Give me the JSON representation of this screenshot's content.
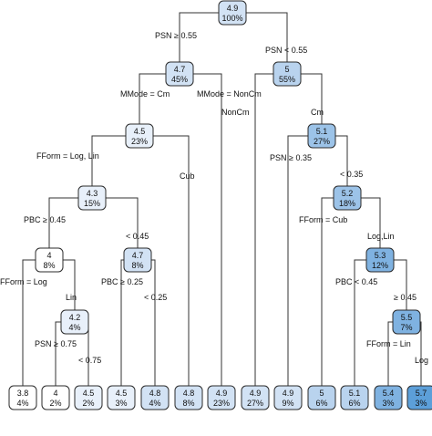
{
  "colors": {
    "scale": [
      "#ffffff",
      "#e8f0fa",
      "#d2e2f4",
      "#b9d3ee",
      "#9cc3e8",
      "#7fb2e1",
      "#5c9fd9"
    ],
    "stroke": "#2b2b2b",
    "edge": "#333333"
  },
  "nodes": [
    {
      "id": "n0",
      "value": "4.9",
      "pct": "100%",
      "shade": 2
    },
    {
      "id": "n1",
      "value": "4.7",
      "pct": "45%",
      "shade": 2
    },
    {
      "id": "n2",
      "value": "5",
      "pct": "55%",
      "shade": 3
    },
    {
      "id": "n3",
      "value": "4.5",
      "pct": "23%",
      "shade": 1
    },
    {
      "id": "n4",
      "value": "5.1",
      "pct": "27%",
      "shade": 4
    },
    {
      "id": "n5",
      "value": "4.3",
      "pct": "15%",
      "shade": 1
    },
    {
      "id": "n6",
      "value": "5.2",
      "pct": "18%",
      "shade": 4
    },
    {
      "id": "n7",
      "value": "4",
      "pct": "8%",
      "shade": 0
    },
    {
      "id": "n8",
      "value": "4.7",
      "pct": "8%",
      "shade": 2
    },
    {
      "id": "n9",
      "value": "5.3",
      "pct": "12%",
      "shade": 5
    },
    {
      "id": "n10",
      "value": "4.2",
      "pct": "4%",
      "shade": 1
    },
    {
      "id": "n11",
      "value": "5.5",
      "pct": "7%",
      "shade": 5
    },
    {
      "id": "l1",
      "value": "3.8",
      "pct": "4%",
      "shade": 0
    },
    {
      "id": "l2",
      "value": "4",
      "pct": "2%",
      "shade": 0
    },
    {
      "id": "l3",
      "value": "4.5",
      "pct": "2%",
      "shade": 1
    },
    {
      "id": "l4",
      "value": "4.5",
      "pct": "3%",
      "shade": 1
    },
    {
      "id": "l5",
      "value": "4.8",
      "pct": "4%",
      "shade": 2
    },
    {
      "id": "l6",
      "value": "4.8",
      "pct": "8%",
      "shade": 2
    },
    {
      "id": "l7",
      "value": "4.9",
      "pct": "23%",
      "shade": 2
    },
    {
      "id": "l8",
      "value": "4.9",
      "pct": "27%",
      "shade": 2
    },
    {
      "id": "l9",
      "value": "4.9",
      "pct": "9%",
      "shade": 2
    },
    {
      "id": "l10",
      "value": "5",
      "pct": "6%",
      "shade": 3
    },
    {
      "id": "l11",
      "value": "5.1",
      "pct": "6%",
      "shade": 3
    },
    {
      "id": "l12",
      "value": "5.4",
      "pct": "3%",
      "shade": 5
    },
    {
      "id": "l13",
      "value": "5.7",
      "pct": "3%",
      "shade": 6
    }
  ],
  "edges": [
    {
      "from": "n0",
      "to": "n1",
      "label": "PSN ≥ 0.55"
    },
    {
      "from": "n0",
      "to": "n2",
      "label": "PSN < 0.55"
    },
    {
      "from": "n1",
      "to": "n3",
      "label": "MMode = Cm"
    },
    {
      "from": "n1",
      "to": "l7",
      "label": "MMode = NonCm"
    },
    {
      "from": "n2",
      "to": "l8",
      "label": "NonCm"
    },
    {
      "from": "n2",
      "to": "n4",
      "label": "Cm"
    },
    {
      "from": "n3",
      "to": "n5",
      "label": "FForm = Log, Lin"
    },
    {
      "from": "n3",
      "to": "l6",
      "label": "Cub"
    },
    {
      "from": "n4",
      "to": "l9",
      "label": "PSN ≥ 0.35"
    },
    {
      "from": "n4",
      "to": "n6",
      "label": "< 0.35"
    },
    {
      "from": "n5",
      "to": "n7",
      "label": "PBC ≥ 0.45"
    },
    {
      "from": "n5",
      "to": "n8",
      "label": "< 0.45"
    },
    {
      "from": "n6",
      "to": "l10",
      "label": "FForm = Cub"
    },
    {
      "from": "n6",
      "to": "n9",
      "label": "Log,Lin"
    },
    {
      "from": "n7",
      "to": "l1",
      "label": "FForm = Log"
    },
    {
      "from": "n7",
      "to": "n10",
      "label": "Lin"
    },
    {
      "from": "n8",
      "to": "l4",
      "label": "PBC ≥ 0.25"
    },
    {
      "from": "n8",
      "to": "l5",
      "label": "< 0.25"
    },
    {
      "from": "n9",
      "to": "l11",
      "label": "PBC < 0.45"
    },
    {
      "from": "n9",
      "to": "n11",
      "label": "≥ 0.45"
    },
    {
      "from": "n10",
      "to": "l2",
      "label": "PSN ≥ 0.75"
    },
    {
      "from": "n10",
      "to": "l3",
      "label": "< 0.75"
    },
    {
      "from": "n11",
      "to": "l12",
      "label": "FForm = Lin"
    },
    {
      "from": "n11",
      "to": "l13",
      "label": "Log"
    }
  ]
}
